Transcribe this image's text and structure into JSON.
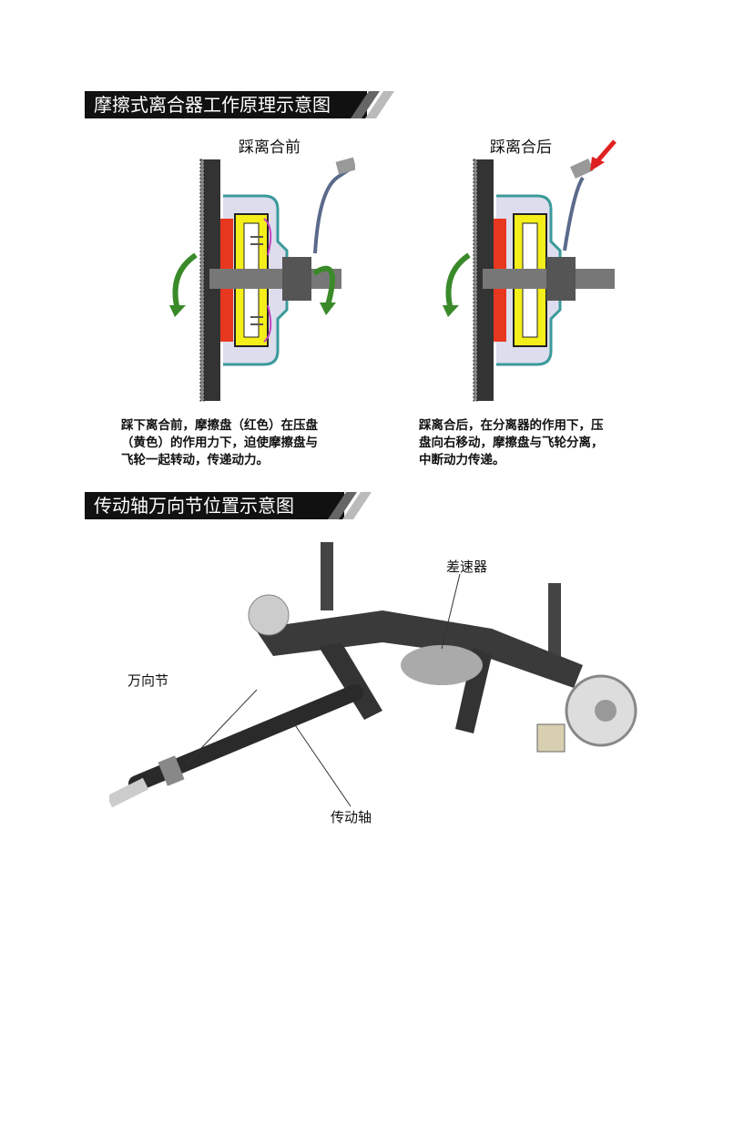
{
  "section1": {
    "title": "摩擦式离合器工作原理示意图",
    "before": {
      "title": "踩离合前",
      "caption": [
        "踩下离合前，摩擦盘（红色）在压盘",
        "（黄色）的作用力下，迫使摩擦盘与",
        "飞轮一起转动，传递动力。"
      ]
    },
    "after": {
      "title": "踩离合后",
      "caption": [
        "踩离合后，在分离器的作用下，压",
        "盘向右移动，摩擦盘与飞轮分离，",
        "中断动力传递。"
      ]
    },
    "colors": {
      "friction_disc": "#e8371f",
      "pressure_plate": "#f4ee1a",
      "arrow": "#3a8a2a",
      "housing": "#3a9a9a"
    }
  },
  "section2": {
    "title": "传动轴万向节位置示意图",
    "labels": {
      "differential": "差速器",
      "universal_joint": "万向节",
      "drive_shaft": "传动轴"
    }
  }
}
